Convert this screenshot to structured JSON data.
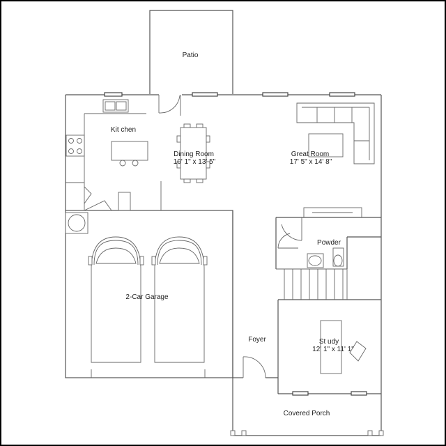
{
  "rooms": {
    "patio": {
      "name": "Patio"
    },
    "kitchen": {
      "name": "Kit chen"
    },
    "dining": {
      "name": "Dining Room",
      "size": "10' 1\" x 13' 5\""
    },
    "great": {
      "name": "Great Room",
      "size": "17' 5\" x 14' 8\""
    },
    "powder": {
      "name": "Powder"
    },
    "garage": {
      "name": "2-Car Garage"
    },
    "foyer": {
      "name": "Foyer"
    },
    "study": {
      "name": "St udy",
      "size": "12' 1\" x 11' 1\""
    },
    "porch": {
      "name": "Covered Porch"
    }
  },
  "colors": {
    "walls": "#555555",
    "background": "#ffffff",
    "frame": "#000000"
  }
}
